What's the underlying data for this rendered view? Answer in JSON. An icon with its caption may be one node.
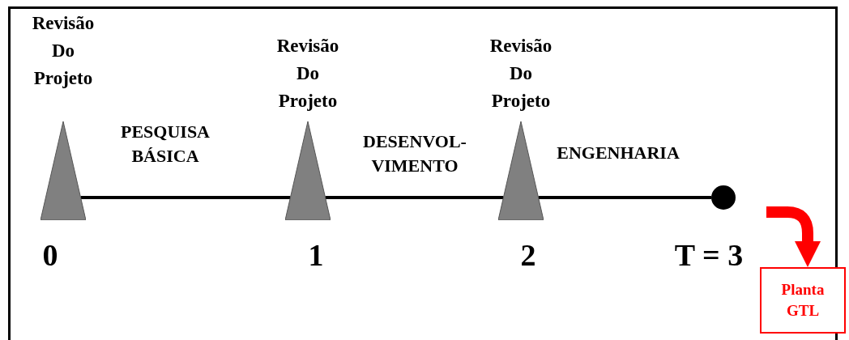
{
  "diagram": {
    "nodes": [
      {
        "text": [
          "Revisão Do Projeto"
        ]
      },
      {
        "text": [
          "Revisão Do Projeto"
        ]
      },
      {
        "text": [
          "Revisão Do Projeto"
        ]
      },
      {
        "text": [],
        "shape": "circle"
      },
      {
        "text": [
          "Planta GTL"
        ]
      }
    ],
    "edges": [
      {
        "from": 0,
        "to": 1,
        "arrow": "none",
        "label": "PESQUISA BÁSICA"
      },
      {
        "from": 1,
        "to": 2,
        "arrow": "none",
        "label": "DESENVOL- VIMENTO"
      },
      {
        "from": 2,
        "to": 3,
        "arrow": "none",
        "label": "ENGENHARIA"
      },
      {
        "from": null,
        "to": 4,
        "arrow": "to",
        "style": "thick",
        "color": "#ff0000"
      }
    ],
    "labels": [
      "0",
      "1",
      "2",
      "T = 3"
    ]
  }
}
